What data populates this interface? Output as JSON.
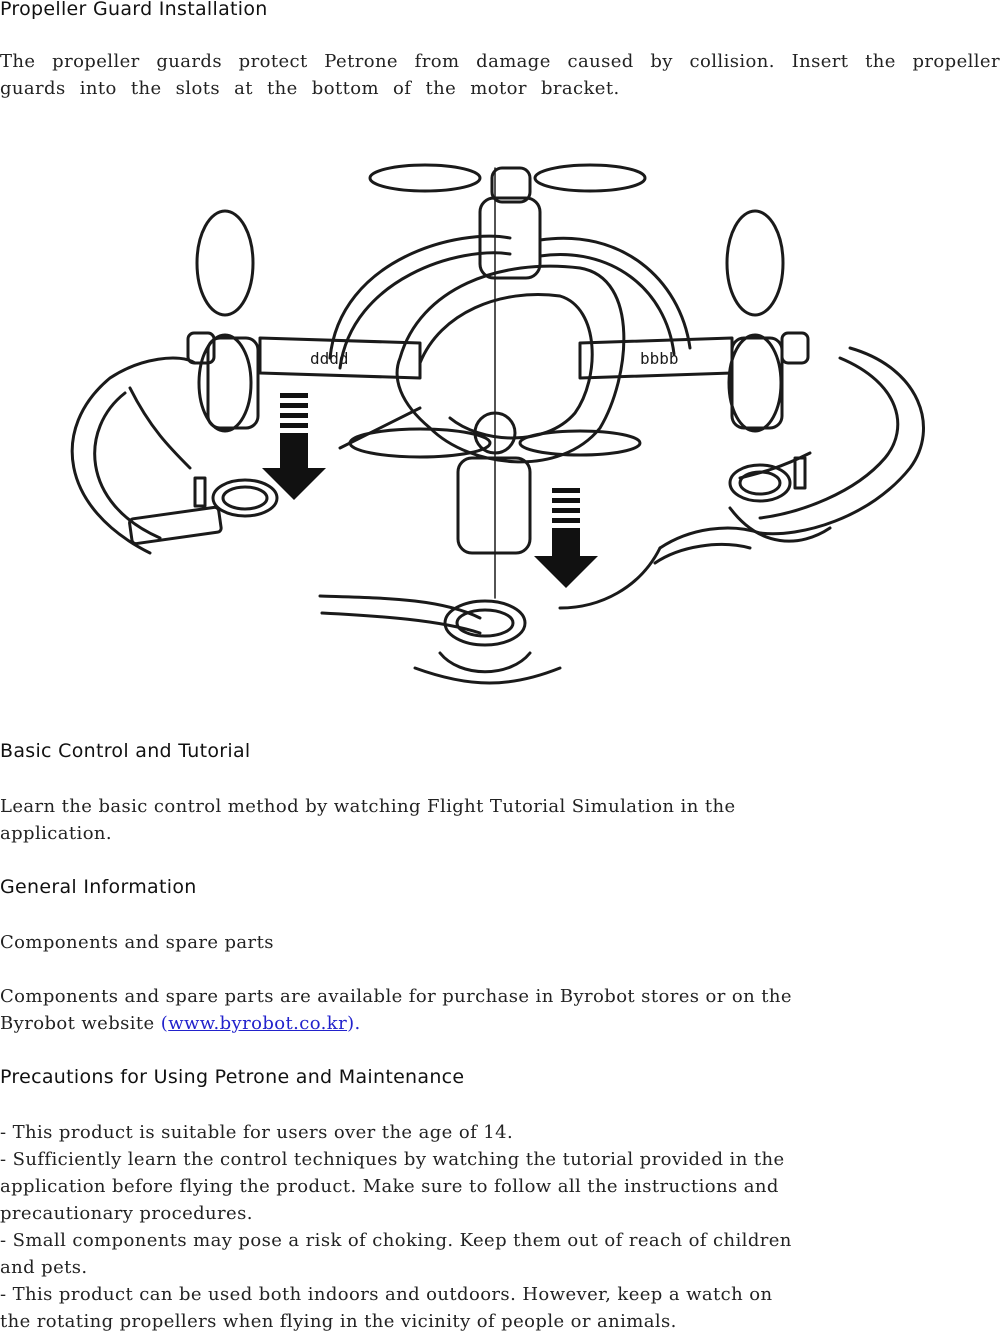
{
  "propeller_guard": {
    "heading": "Propeller Guard Installation",
    "body": "The propeller guards protect Petrone from damage caused by collision. Insert the propeller guards into the slots at the bottom of the motor bracket."
  },
  "illustration": {
    "icon": "drone-with-propeller-guards-icon"
  },
  "basic_control": {
    "heading": "Basic Control and Tutorial",
    "line1": "Learn the basic control method by watching Flight Tutorial Simulation in the",
    "line2": "application."
  },
  "general_info": {
    "heading": "General Information",
    "subheading": "Components and spare parts",
    "line1": "Components and spare parts are available for purchase in Byrobot stores or on the",
    "line2_prefix": "Byrobot website ",
    "open_paren": "(",
    "link_text": "www.byrobot.co.kr",
    "close_paren": ").",
    "link_color": "#2222cc"
  },
  "precautions": {
    "heading": "Precautions for Using Petrone and Maintenance",
    "lines": [
      "- This product is suitable for users over the age of 14.",
      "- Sufficiently learn the control techniques by watching the tutorial provided in the",
      "application before flying the product. Make sure to follow all the instructions and",
      "precautionary procedures.",
      "- Small components may pose a risk of choking. Keep them out of reach of children",
      "and pets.",
      "- This product can be used both indoors and outdoors. However, keep a watch on",
      "the rotating propellers when flying in the vicinity of people or animals."
    ]
  }
}
